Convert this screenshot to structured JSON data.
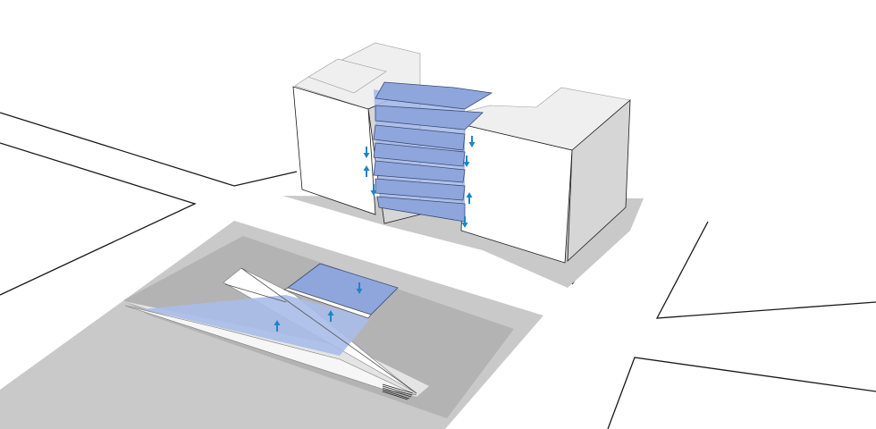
{
  "diagram": {
    "colors": {
      "background": "#ffffff",
      "road_line": "#1a1a1a",
      "plaza_outer": "#c9c9c9",
      "plaza_inner": "#b3b3b3",
      "building_front": "#ffffff",
      "building_side": "#d6d6d6",
      "building_roof": "#efefef",
      "floor_plate_blue": "#8fa6dc",
      "floor_plate_edge": "#3a4a78",
      "atrium_blue": "#a9bde8",
      "arrow_blue": "#1a86c8"
    },
    "arrows": [
      {
        "group": "left-shaft",
        "direction": "down"
      },
      {
        "group": "left-shaft",
        "direction": "up"
      },
      {
        "group": "left-shaft",
        "direction": "down"
      },
      {
        "group": "right-shaft",
        "direction": "down"
      },
      {
        "group": "right-shaft",
        "direction": "down"
      },
      {
        "group": "right-shaft",
        "direction": "up"
      },
      {
        "group": "right-shaft",
        "direction": "down"
      },
      {
        "group": "pavilion",
        "direction": "down"
      },
      {
        "group": "pavilion",
        "direction": "up"
      },
      {
        "group": "pavilion",
        "direction": "up"
      }
    ]
  }
}
